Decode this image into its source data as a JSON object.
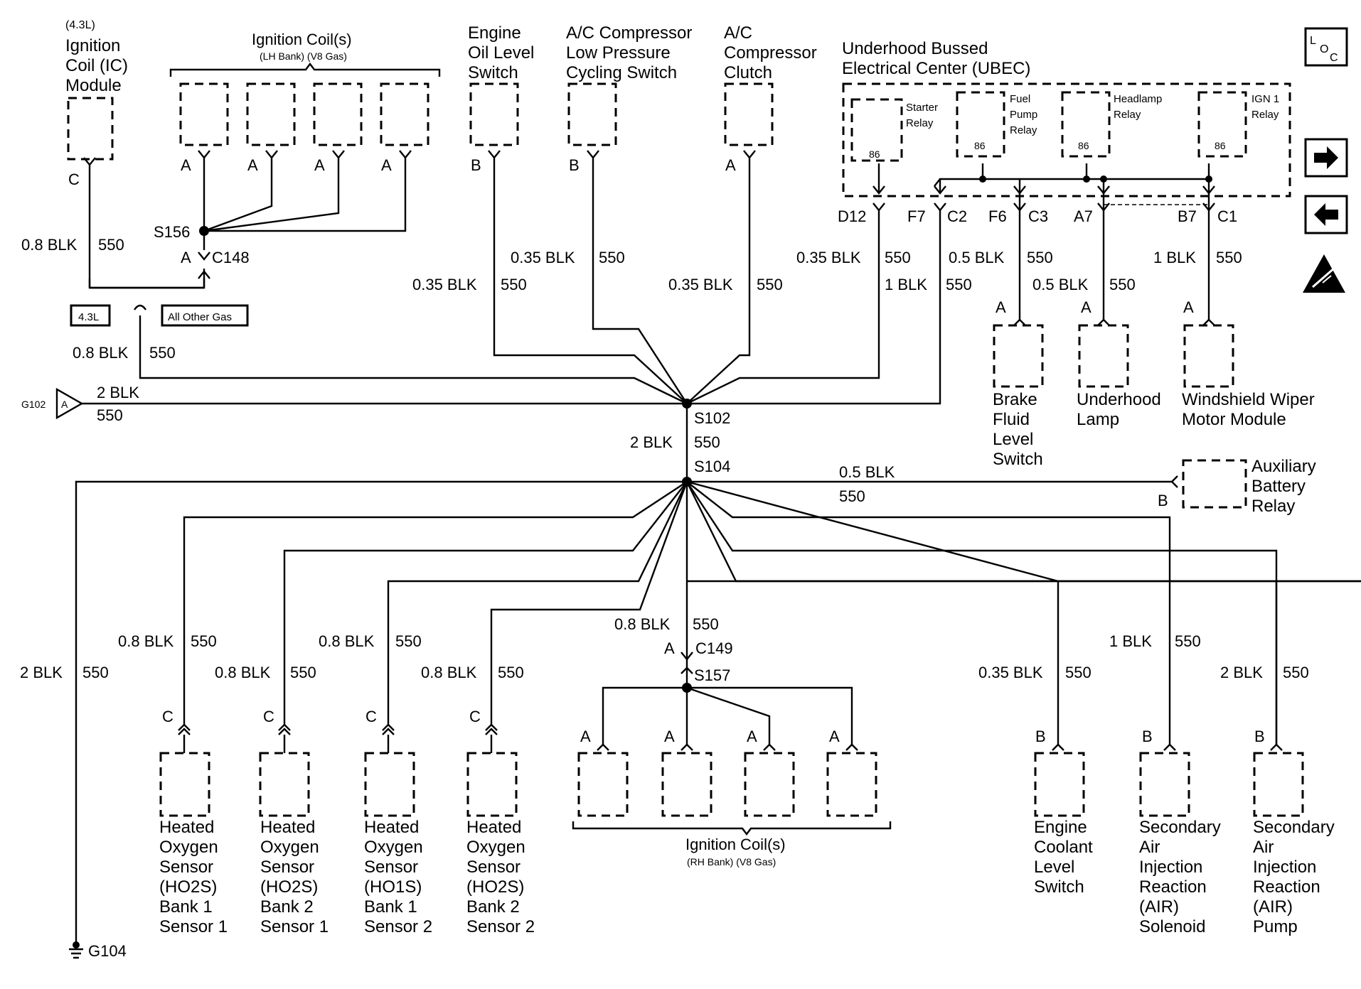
{
  "ignition_module": {
    "engine": "(4.3L)",
    "lines": [
      "Ignition",
      "Coil (IC)",
      "Module"
    ],
    "pin": "C"
  },
  "lh_coils": {
    "title": "Ignition Coil(s)",
    "subtitle": "(LH Bank) (V8 Gas)",
    "pin": "A"
  },
  "rh_coils": {
    "title": "Ignition Coil(s)",
    "subtitle": "(RH Bank) (V8 Gas)",
    "pin": "A"
  },
  "splices": {
    "s156": "S156",
    "s102": "S102",
    "s104": "S104",
    "s157": "S157"
  },
  "connectors": {
    "c148": "C148",
    "c148_pin": "A",
    "c149": "C149",
    "c149_pin": "A"
  },
  "options": {
    "opt_43": "4.3L",
    "opt_other": "All Other Gas"
  },
  "top_components": [
    {
      "lines": [
        "Engine",
        "Oil Level",
        "Switch"
      ],
      "pin": "B",
      "wire": "0.35 BLK",
      "circuit": "550"
    },
    {
      "lines": [
        "A/C Compressor",
        "Low Pressure",
        "Cycling Switch"
      ],
      "pin": "B",
      "wire": "0.35 BLK",
      "circuit": "550"
    },
    {
      "lines": [
        "A/C",
        "Compressor",
        "Clutch"
      ],
      "pin": "A",
      "wire": "0.35 BLK",
      "circuit": "550"
    }
  ],
  "ubec": {
    "title": [
      "Underhood Bussed",
      "Electrical Center (UBEC)"
    ],
    "relays": [
      {
        "lines": [
          "Starter",
          "Relay"
        ],
        "terminal": "86"
      },
      {
        "lines": [
          "Fuel",
          "Pump",
          "Relay"
        ],
        "terminal": "86"
      },
      {
        "lines": [
          "Headlamp",
          "Relay"
        ],
        "terminal": "86"
      },
      {
        "lines": [
          "IGN 1",
          "Relay"
        ],
        "terminal": "86"
      }
    ],
    "cavities": [
      "D12",
      "F7",
      "C2",
      "F6",
      "C3",
      "A7",
      "B7",
      "C1"
    ]
  },
  "right_components": [
    {
      "lines": [
        "Brake",
        "Fluid",
        "Level",
        "Switch"
      ],
      "pin": "A",
      "wire": "0.5 BLK",
      "circuit": "550"
    },
    {
      "lines": [
        "Underhood",
        "Lamp"
      ],
      "pin": "A",
      "wire": "0.5 BLK",
      "circuit": "550"
    },
    {
      "lines": [
        "Windshield Wiper",
        "Motor Module"
      ],
      "pin": "A",
      "wire": "1 BLK",
      "circuit": "550"
    }
  ],
  "aux_relay": {
    "lines": [
      "Auxiliary",
      "Battery",
      "Relay"
    ],
    "pin": "B",
    "wire": "0.5 BLK",
    "circuit": "550"
  },
  "grounds": {
    "g102": "G102",
    "g102_pin": "A",
    "g104": "G104"
  },
  "wire_labels": {
    "ic_wire": "0.8 BLK",
    "ic_circuit": "550",
    "opt_wire": "0.8 BLK",
    "opt_circuit": "550",
    "g102_wire": "2 BLK",
    "g102_circuit": "550",
    "s102_s104_wire": "2 BLK",
    "s102_s104_circuit": "550",
    "ubec_d12_wire": "0.35 BLK",
    "ubec_d12_circuit": "550",
    "ubec_c2_wire": "1 BLK",
    "ubec_c2_circuit": "550",
    "ubec_c3_wire": "0.5 BLK",
    "ubec_c3_circuit": "550",
    "ubec_c1_wire": "1 BLK",
    "ubec_c1_circuit": "550",
    "g104_wire": "2 BLK",
    "g104_circuit": "550",
    "c149_wire": "0.8 BLK",
    "c149_circuit": "550"
  },
  "bottom_sensors": [
    {
      "lines": [
        "Heated",
        "Oxygen",
        "Sensor",
        "(HO2S)",
        "Bank 1",
        "Sensor 1"
      ],
      "pin": "C",
      "wire": "0.8 BLK",
      "circuit": "550"
    },
    {
      "lines": [
        "Heated",
        "Oxygen",
        "Sensor",
        "(HO2S)",
        "Bank 2",
        "Sensor 1"
      ],
      "pin": "C",
      "wire": "0.8 BLK",
      "circuit": "550"
    },
    {
      "lines": [
        "Heated",
        "Oxygen",
        "Sensor",
        "(HO1S)",
        "Bank 1",
        "Sensor 2"
      ],
      "pin": "C",
      "wire": "0.8 BLK",
      "circuit": "550"
    },
    {
      "lines": [
        "Heated",
        "Oxygen",
        "Sensor",
        "(HO2S)",
        "Bank 2",
        "Sensor 2"
      ],
      "pin": "C",
      "wire": "0.8 BLK",
      "circuit": "550"
    }
  ],
  "bottom_right": [
    {
      "lines": [
        "Engine",
        "Coolant",
        "Level",
        "Switch"
      ],
      "pin": "B",
      "wire": "0.35 BLK",
      "circuit": "550"
    },
    {
      "lines": [
        "Secondary",
        "Air",
        "Injection",
        "Reaction",
        "(AIR)",
        "Solenoid"
      ],
      "pin": "B",
      "wire": "1 BLK",
      "circuit": "550"
    },
    {
      "lines": [
        "Secondary",
        "Air",
        "Injection",
        "Reaction",
        "(AIR)",
        "Pump"
      ],
      "pin": "B",
      "wire": "2 BLK",
      "circuit": "550"
    }
  ],
  "nav": {
    "loc": [
      "L",
      "O",
      "C"
    ],
    "next_icon": "arrow-right-icon",
    "prev_icon": "arrow-left-icon",
    "esd_icon": "esd-warning-icon"
  }
}
